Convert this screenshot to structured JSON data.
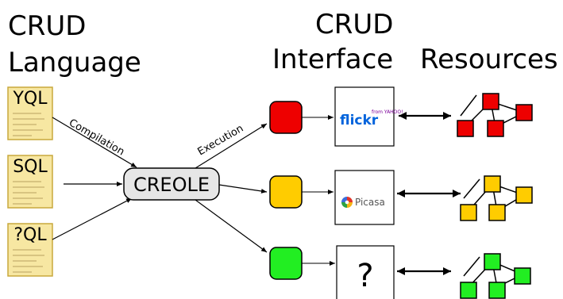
{
  "headings": {
    "crud_language_line1": "CRUD",
    "crud_language_line2": "Language",
    "crud_interface_line1": "CRUD",
    "crud_interface_line2": "Interface",
    "resources": "Resources"
  },
  "languages": [
    "YQL",
    "SQL",
    "?QL"
  ],
  "center_box": "CREOLE",
  "edge_labels": {
    "compilation": "Compilation",
    "execution": "Execution"
  },
  "interfaces": {
    "flickr_logo": "flickr",
    "flickr_sub": "from YAHOO!",
    "picasa_logo": "Picasa",
    "unknown": "?"
  },
  "colors": {
    "red": "#ee0000",
    "yellow": "#ffcc00",
    "green": "#22ee22",
    "doc_fill": "#f7e7a2",
    "doc_stroke": "#c8a83c",
    "creole_fill": "#e6e6e6",
    "flickr_blue": "#0063dc",
    "flickr_pink": "#ff0084"
  }
}
